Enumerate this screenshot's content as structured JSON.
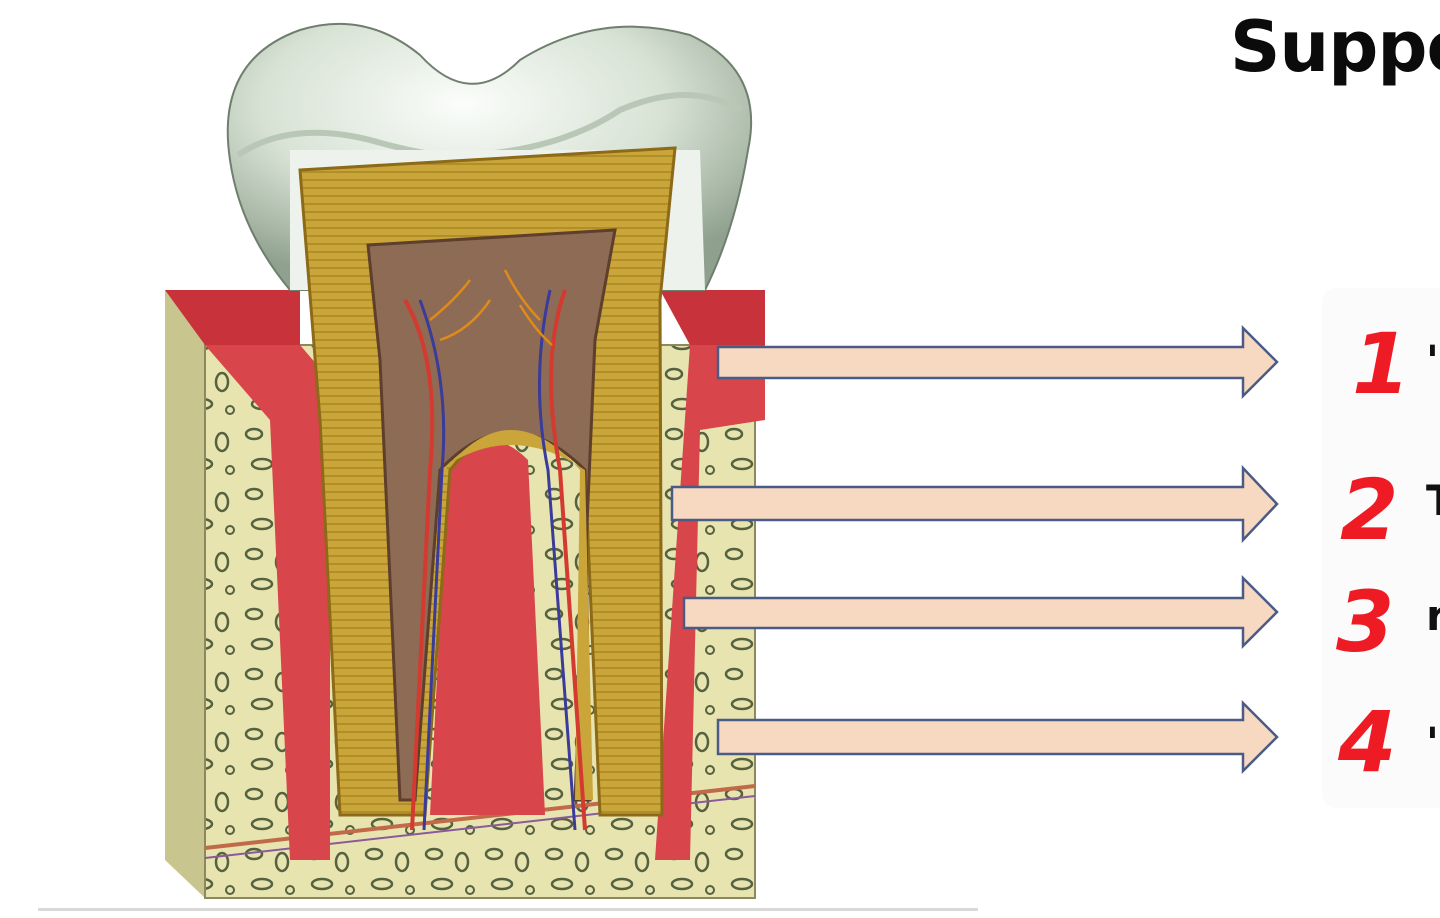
{
  "title": "Suppo",
  "labels": [
    {
      "number": "1",
      "text_fragment": "'"
    },
    {
      "number": "2",
      "text_fragment": "T"
    },
    {
      "number": "3",
      "text_fragment": "r"
    },
    {
      "number": "4",
      "text_fragment": "'"
    }
  ],
  "colors": {
    "label_number": "#ee1b24",
    "arrow_fill": "#f7d9c2",
    "arrow_stroke": "#4a5b86",
    "enamel": "#dfe8de",
    "dentin": "#c9a53a",
    "pulp": "#8d6b55",
    "gum": "#d8454a",
    "bone": "#e6e3ad"
  }
}
